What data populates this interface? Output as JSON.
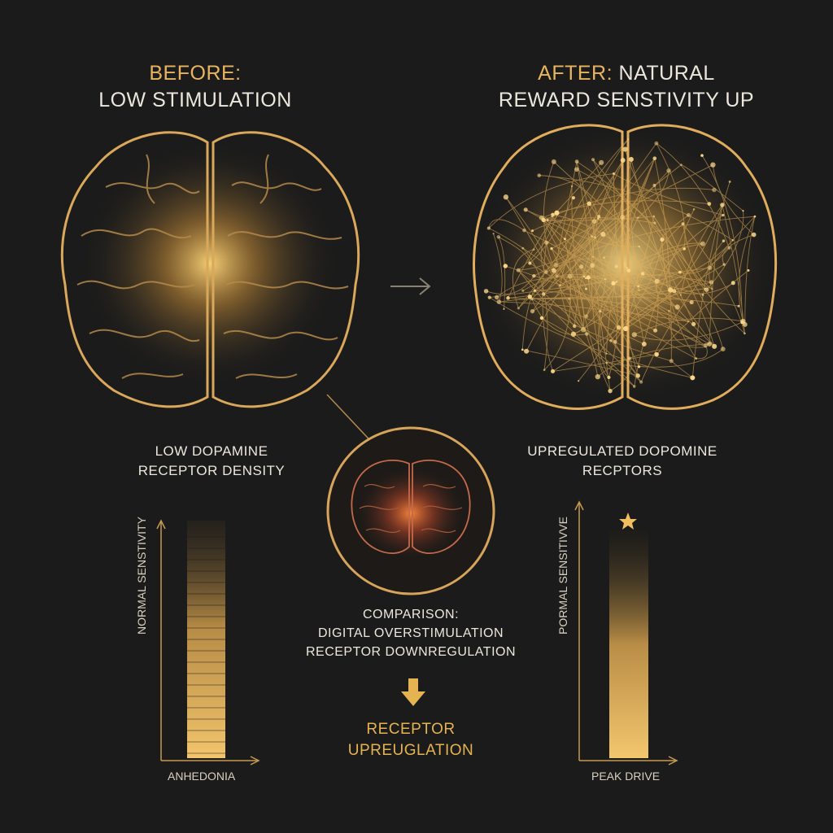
{
  "before": {
    "prefix": "BEFORE:",
    "title": "LOW STIMULATION",
    "caption_line1": "LOW DOPAMINE",
    "caption_line2": "RECEPTOR DENSITY",
    "y_axis_label": "NORMAL SENSTIVITY",
    "x_axis_label": "ANHEDONIA",
    "bar_level": 1.0
  },
  "after": {
    "prefix": "AFTER:",
    "title_line1_rest": " NATURAL",
    "title_line2": "REWARD SENSTIVITY UP",
    "caption_line1": "UPREGULATED DOPOMINE",
    "caption_line2": "RECPTORS",
    "y_axis_label": "PORMAL SENSITIVVE",
    "x_axis_label": "PEAK DRIVE",
    "bar_level": 1.0
  },
  "comparison": {
    "line1": "COMPARISON:",
    "line2": "DIGITAL OVERSTIMULATION",
    "line3": "RECEPTOR DOWNREGULATION",
    "result_line1": "RECEPTOR",
    "result_line2": "UPREUGLATION"
  },
  "icons": [
    "arrow-right-icon",
    "arrow-down-icon",
    "star-icon"
  ],
  "colors": {
    "background": "#1b1b1b",
    "gold": "#e9b45f",
    "text": "#ece7dd",
    "inset_glow": "#d9572f"
  }
}
